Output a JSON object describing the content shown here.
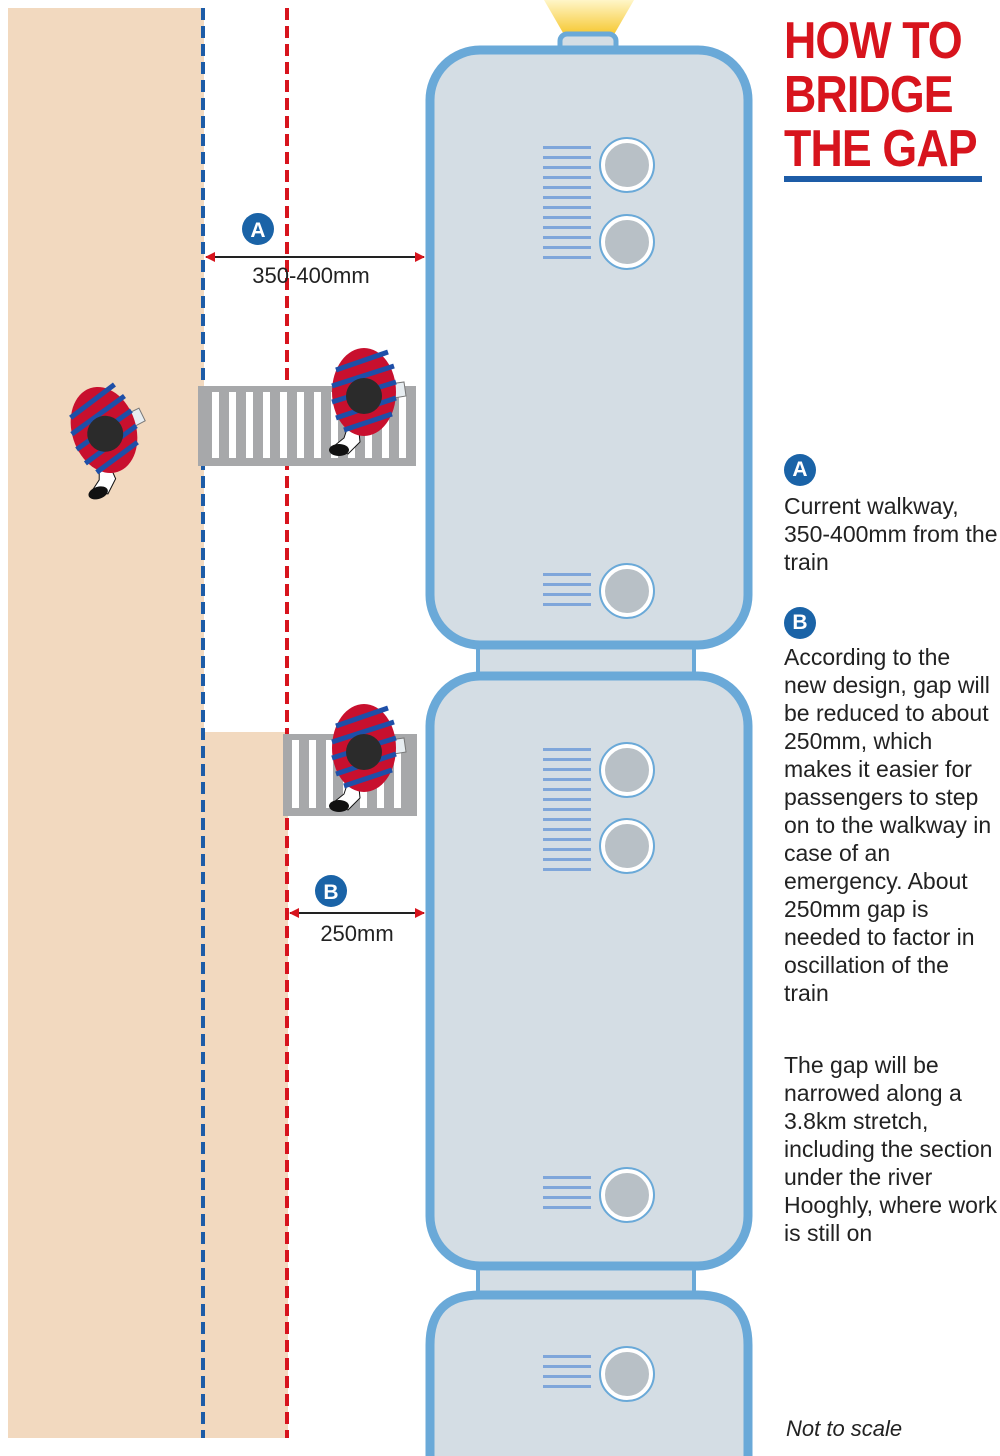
{
  "title": {
    "lines": [
      "HOW TO",
      "BRIDGE",
      "THE GAP"
    ]
  },
  "colors": {
    "title_red": "#d7141d",
    "accent_blue": "#1a63a7",
    "platform": "#f2d9bf",
    "train_fill": "#d4dde4",
    "train_outline": "#6aa9d8",
    "walkway_grey": "#a7a8aa",
    "dimension_red": "#d7141d"
  },
  "diagram": {
    "marker_a": "A",
    "marker_b": "B",
    "dim_a_label": "350-400mm",
    "dim_b_label": "250mm"
  },
  "legend": {
    "a": {
      "badge": "A",
      "text": "Current walkway, 350-400mm from the train"
    },
    "b": {
      "badge": "B",
      "text": "According to the new design, gap will be reduced to about 250mm, which makes it easier for passengers to step on to the walkway in case of an emergency. About 250mm gap is needed to factor in oscillation of the train"
    },
    "extra": "The gap will be narrowed along a 3.8km stretch, including the section under the river Hooghly, where work is still on"
  },
  "footnote": "Not to scale"
}
